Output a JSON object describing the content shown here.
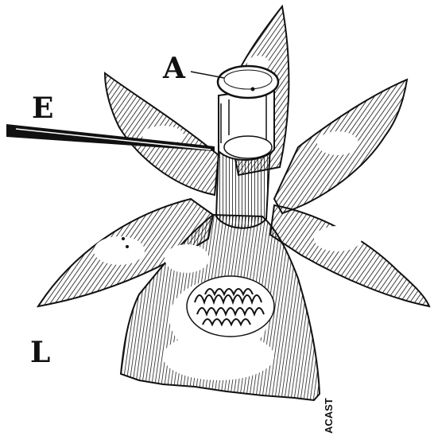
{
  "labels": {
    "a": "A",
    "e": "E",
    "l": "L"
  },
  "engraver_signature": "ACAST",
  "colors": {
    "ink": "#111111",
    "paper": "#ffffff"
  }
}
